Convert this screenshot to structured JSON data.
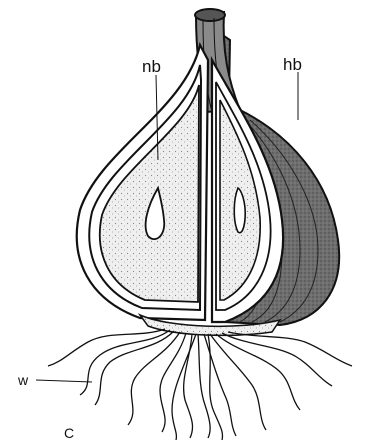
{
  "diagram": {
    "labels": {
      "new_bulb": "nb",
      "old_bulb": "hb",
      "roots": "w",
      "corner_mark": "C"
    }
  }
}
